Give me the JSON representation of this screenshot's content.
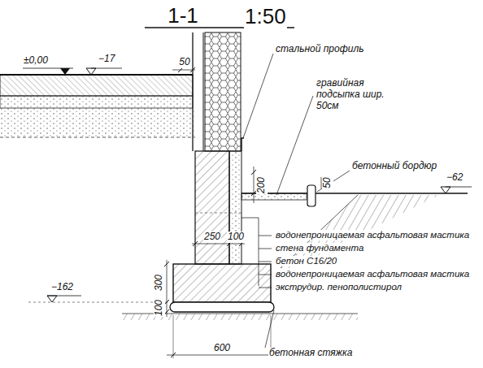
{
  "diagram": {
    "title": "1-1",
    "labels": [
      "1:50",
      "±0,00",
      "−17",
      "50",
      "стальной профиль",
      "гравийная подсыпка шир. 50см",
      "бетонный бордюр",
      "50",
      "−62",
      "200",
      "250",
      "100",
      "водонепроницаемая асфальтовая мастика",
      "стена фундамента",
      "бетон C16/20",
      "водонепроницаемая асфальтовая мастика",
      "экструдир. пенополистирол",
      "−162",
      "300",
      "100",
      "600",
      "бетонная стяжка"
    ]
  }
}
